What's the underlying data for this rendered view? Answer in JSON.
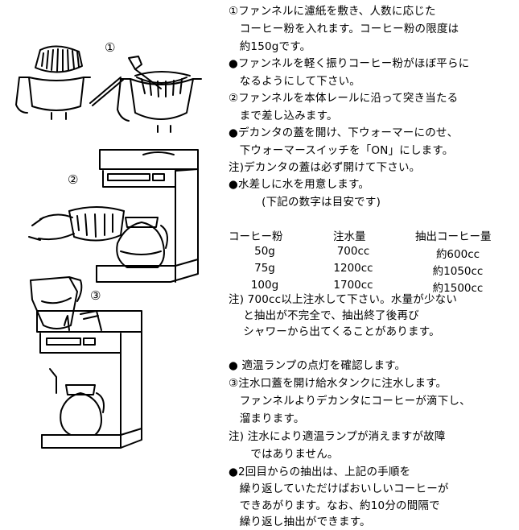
{
  "steps": [
    "①ファンネルに濾紙を敷き、人数に応じた",
    "　コーヒー粉を入れます。コーヒー粉の限度は",
    "　約150gです。",
    "●ファンネルを軽く振りコーヒー粉がほぼ平らに",
    "　なるようにして下さい。",
    "②ファンネルを本体レールに沿って突き当たる",
    "　まで差し込みます。",
    "●デカンタの蓋を開け、下ウォーマーにのせ、",
    "　下ウォーマースイッチを「ON」にします。",
    "注)デカンタの蓋は必ず開けて下さい。",
    "●水差しに水を用意します。",
    "　　　(下記の数字は目安です)"
  ],
  "table": {
    "headers": [
      "コーヒー粉",
      "注水量",
      "抽出コーヒー量"
    ],
    "rows": [
      [
        "50g",
        "700cc",
        "約600cc"
      ],
      [
        "75g",
        "1200cc",
        "約1050cc"
      ],
      [
        "100g",
        "1700cc",
        "約1500cc"
      ]
    ]
  },
  "notes": [
    "注) 700cc以上注水して下さい。水量が少ない",
    "　 と抽出が不完全で、抽出終了後再び",
    "　 シャワーから出てくることがあります。"
  ],
  "steps2": [
    "● 適温ランプの点灯を確認します。",
    "③注水口蓋を開け給水タンクに注水します。",
    "　ファンネルよりデカンタにコーヒーが滴下し、",
    "　溜まります。",
    "注) 注水により適温ランプが消えますが故障",
    "　　ではありません。",
    "●2回目からの抽出は、上記の手順を",
    "　繰り返していただけばおいしいコーヒーが",
    "　できあがります。なお、約10分の間隔で",
    "　繰り返し抽出ができます。"
  ],
  "illustration_labels": [
    "①",
    "②",
    "③"
  ]
}
